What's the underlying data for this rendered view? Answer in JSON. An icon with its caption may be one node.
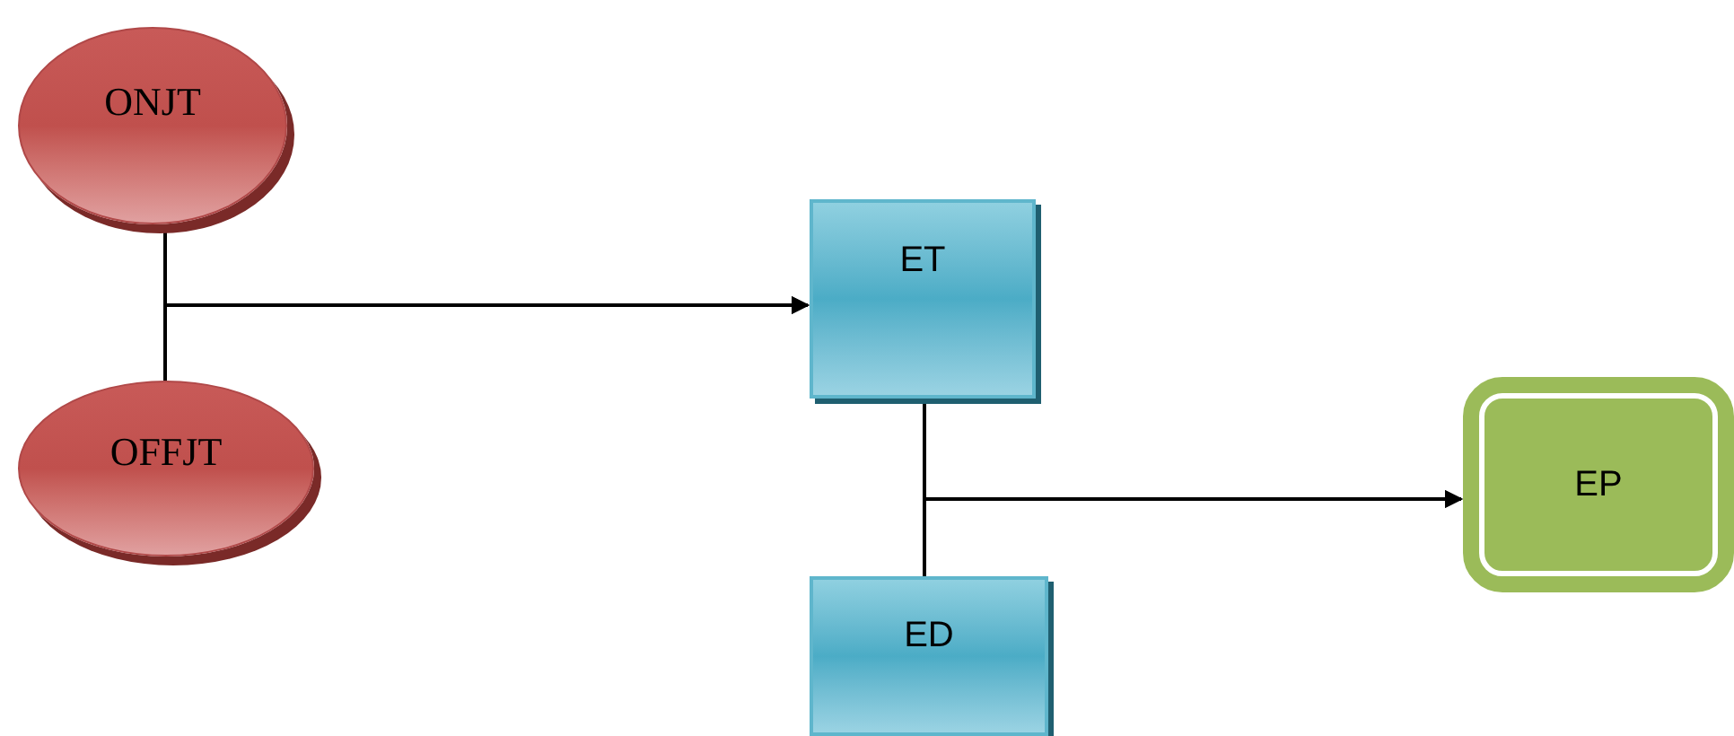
{
  "diagram": {
    "nodes": [
      {
        "text": [
          "ONJT"
        ]
      },
      {
        "text": [
          "OFFJT"
        ]
      },
      {
        "text": [
          "ET"
        ]
      },
      {
        "text": [
          "ED"
        ]
      },
      {
        "text": [
          "EP"
        ]
      }
    ],
    "edges": [
      {
        "from": 0,
        "to": 2,
        "arrow": "to"
      },
      {
        "from": 1,
        "to": 2,
        "arrow": "to"
      },
      {
        "from": 2,
        "to": 4,
        "arrow": "to"
      },
      {
        "from": 3,
        "to": 4,
        "arrow": "to"
      }
    ]
  }
}
